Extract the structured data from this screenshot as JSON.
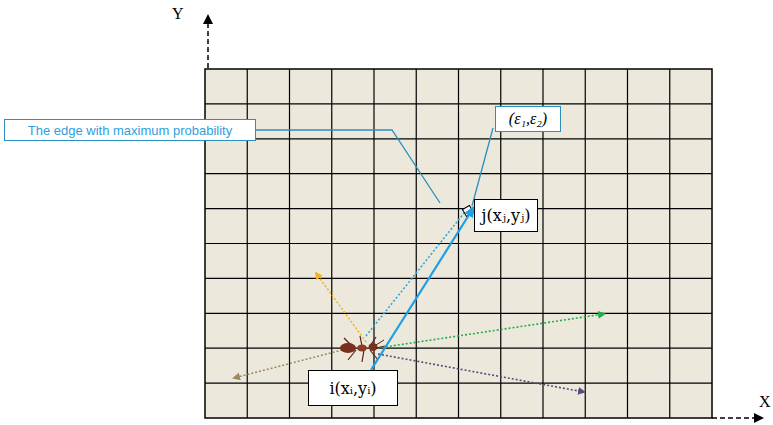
{
  "diagram": {
    "nodes": [
      {
        "text": [
          "The edge with maximum probability"
        ]
      },
      {
        "text": [
          "(ε₁,ε₂)"
        ]
      },
      {
        "text": [
          "j(xⱼ,yⱼ)"
        ]
      },
      {
        "text": [
          "i(xᵢ,yᵢ)"
        ]
      }
    ],
    "edges": [
      {
        "from": 3,
        "to": 2,
        "arrow": "to"
      }
    ],
    "labels": [
      "Y",
      "X"
    ]
  }
}
